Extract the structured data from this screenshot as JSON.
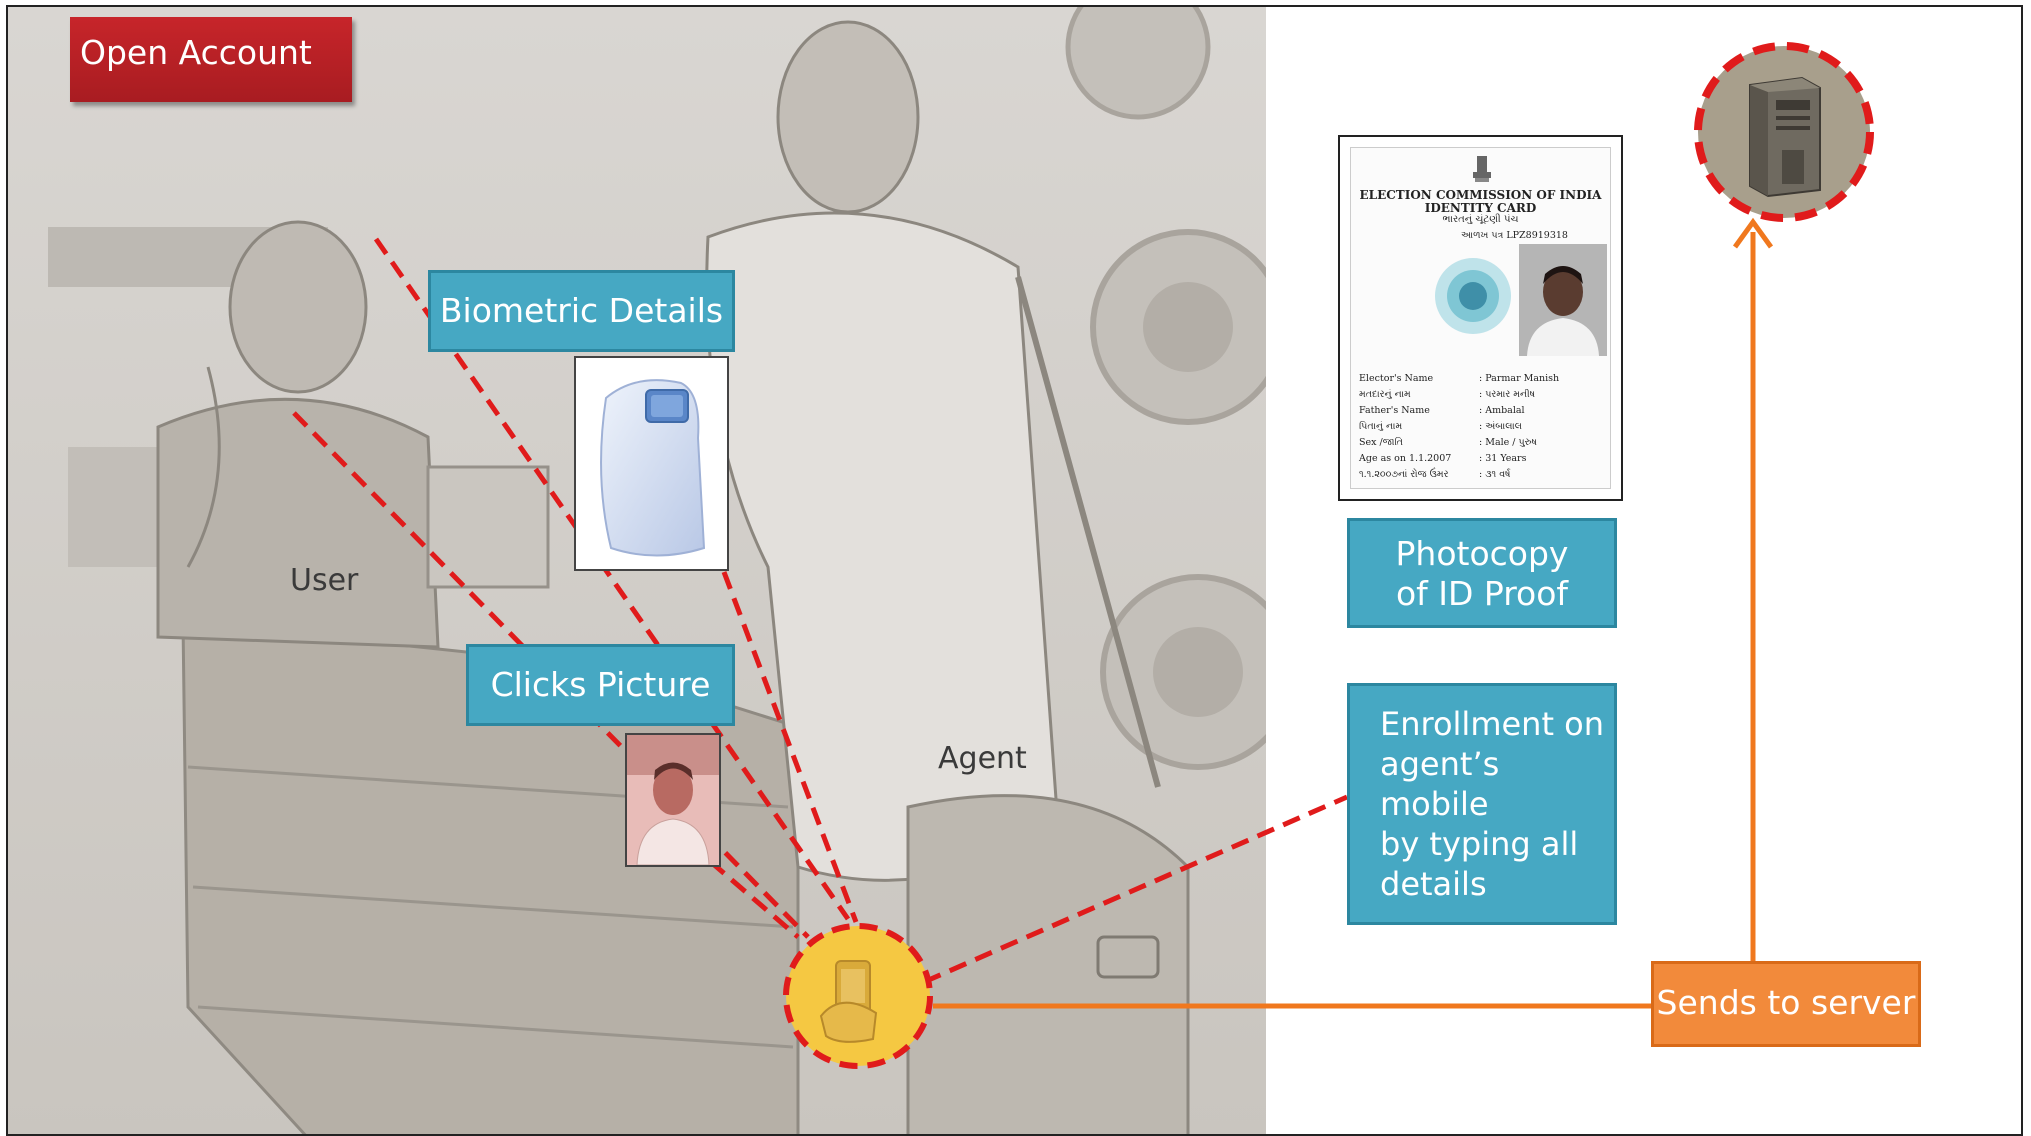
{
  "labels": {
    "open_account": "Open Account",
    "biometric_details": "Biometric Details",
    "user": "User",
    "clicks_picture": "Clicks Picture",
    "agent": "Agent",
    "photocopy_id_line1": "Photocopy",
    "photocopy_id_line2": "of ID Proof",
    "enrollment_lines": [
      "Enrollment on",
      "agent’s",
      "mobile",
      "by typing all",
      "details"
    ],
    "sends_to_server": "Sends to server"
  },
  "id_card": {
    "title_line1": "ELECTION COMMISSION OF INDIA",
    "title_line2": "IDENTITY CARD",
    "title_line3": "ભારતનું ચૂંટણી પંચ",
    "card_number": "આળખ પત્ર   LPZ8919318",
    "rows": [
      {
        "label": "Elector's Name",
        "value": ": Parmar Manish"
      },
      {
        "label": "મતદારનું નામ",
        "value": ": પરમાર મનીષ"
      },
      {
        "label": "Father's Name",
        "value": ": Ambalal"
      },
      {
        "label": "પિતાનું નામ",
        "value": ": અંબાલાલ"
      },
      {
        "label": "Sex /જાતિ",
        "value": ": Male /   પુરુષ"
      },
      {
        "label": "Age as on 1.1.2007",
        "value": ": 31 Years"
      },
      {
        "label": "૧.૧.૨૦૦૭નાં રોજ ઉંમર",
        "value": ": ૩૧ વર્ષ"
      }
    ]
  },
  "colors": {
    "teal": "#46a8c3",
    "red": "#c7252a",
    "orange": "#f28a3b",
    "dashed_red": "#e01b1b",
    "phone_circle": "#f5c842",
    "server_circle": "#a89f8c"
  },
  "icons": [
    "fingerprint-scanner-icon",
    "mobile-phone-icon",
    "server-tower-icon"
  ]
}
